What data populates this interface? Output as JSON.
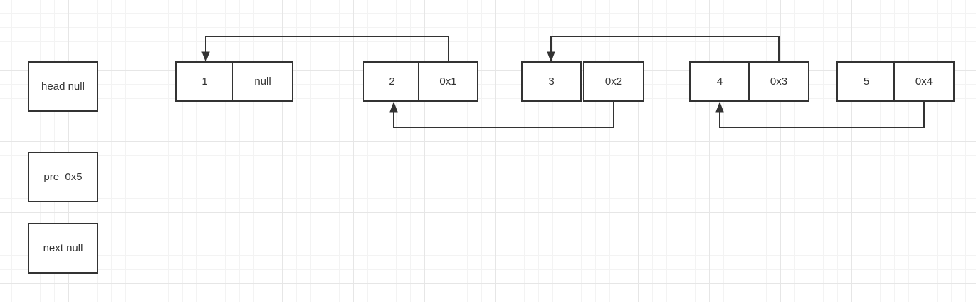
{
  "variables": [
    {
      "id": "head",
      "label": "head null"
    },
    {
      "id": "pre",
      "label": "pre  0x5"
    },
    {
      "id": "next",
      "label": "next null"
    }
  ],
  "nodes": [
    {
      "value": "1",
      "next": "null"
    },
    {
      "value": "2",
      "next": "0x1"
    },
    {
      "value": "3",
      "next": "0x2"
    },
    {
      "value": "4",
      "next": "0x3"
    },
    {
      "value": "5",
      "next": "0x4"
    }
  ],
  "pointers": [
    {
      "from_node": 2,
      "to_node": 1
    },
    {
      "from_node": 3,
      "to_node": 2
    },
    {
      "from_node": 4,
      "to_node": 3
    },
    {
      "from_node": 5,
      "to_node": 4
    }
  ],
  "colors": {
    "stroke": "#333333",
    "text": "#333333",
    "background": "#ffffff"
  }
}
